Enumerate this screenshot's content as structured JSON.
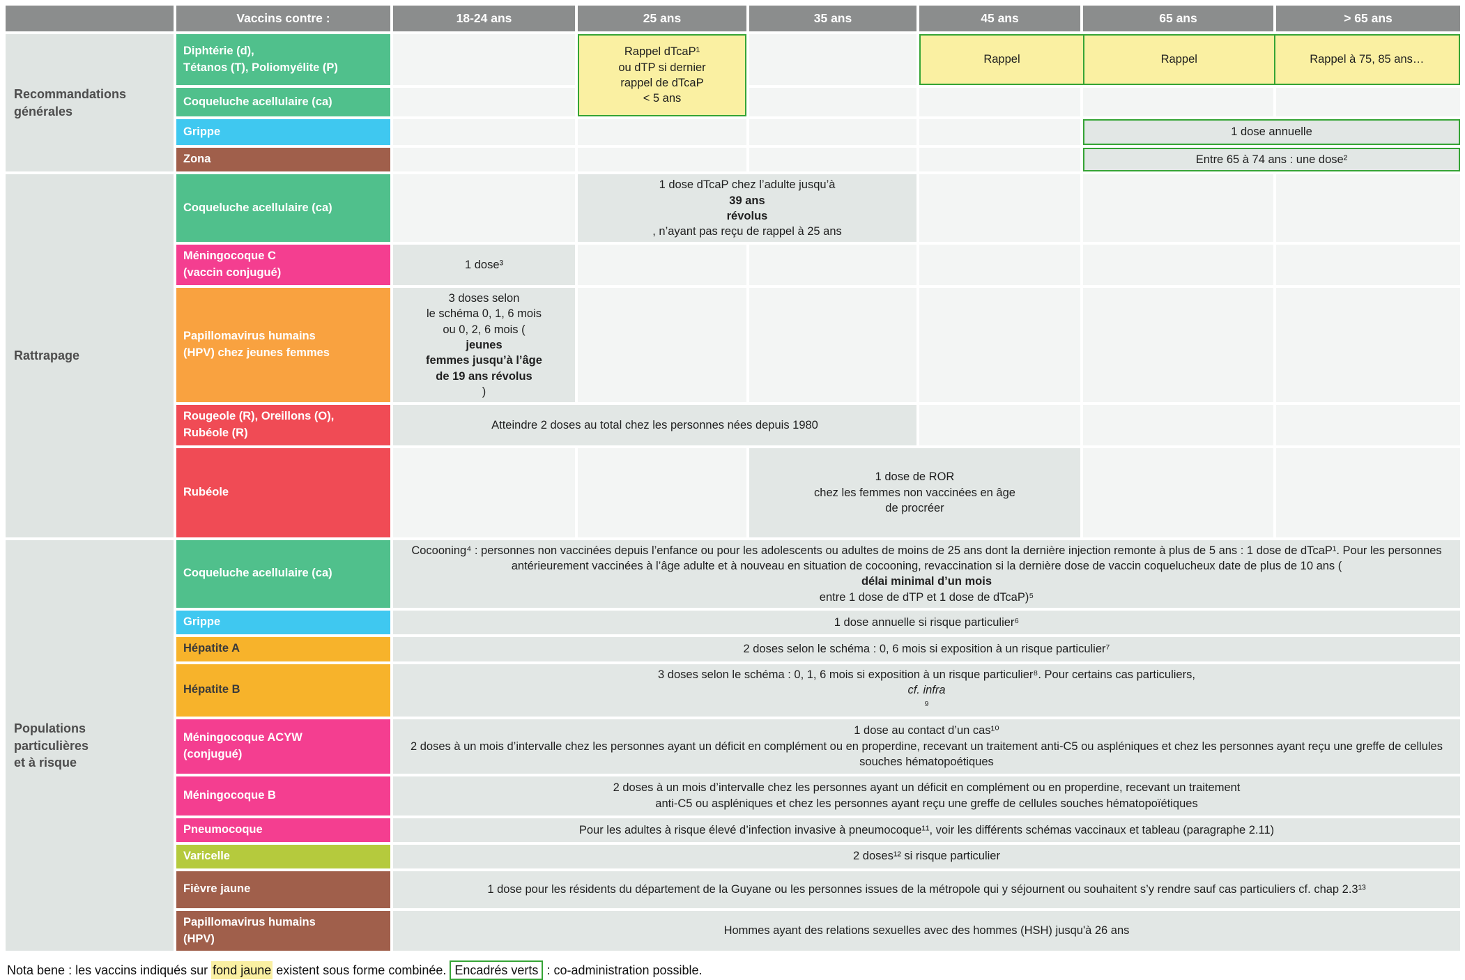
{
  "palette": {
    "header_bg": "#8B8D8D",
    "header_text": "#FFFFFF",
    "section_bg": "#DFE4E2",
    "section_text": "#4D4D4D",
    "empty_cell": "#F3F5F4",
    "note_cell": "#E2E7E5",
    "yellow_cell": "#FAF0A2",
    "green_border": "#35A435",
    "green": "#50C08C",
    "cyan": "#3FC8F0",
    "brown": "#A05F4B",
    "pink": "#F43E90",
    "red": "#F04B55",
    "orange": "#F9A240",
    "amber": "#F7B32B",
    "yellowgreen": "#B5CA3D"
  },
  "header": {
    "vaccine_col": "Vaccins contre :",
    "age_cols": [
      "18-24 ans",
      "25 ans",
      "35 ans",
      "45 ans",
      "65 ans",
      "> 65 ans"
    ]
  },
  "sections": [
    {
      "title": "Recommandations\ngénérales",
      "rows": [
        {
          "vaccine": "Diphtérie (d),\nTétanos (T), Poliomyélite (P)",
          "color": "green",
          "minh": 73,
          "cells": [
            {
              "col": 1,
              "span": 1,
              "rows": 2,
              "style": "yellow",
              "text": "Rappel dTcaP¹\nou dTP si dernier\nrappel de dTcaP\n< 5 ans"
            },
            {
              "col": 3,
              "span": 3,
              "style": "yellow-group",
              "parts": [
                "Rappel",
                "Rappel",
                "Rappel à 75, 85 ans…"
              ],
              "widths": [
                231,
                273,
                264
              ]
            }
          ]
        },
        {
          "vaccine": "Coqueluche acellulaire (ca)",
          "color": "green",
          "minh": 41,
          "cells": []
        },
        {
          "vaccine": "Grippe",
          "color": "cyan",
          "minh": 37,
          "cells": [
            {
              "col": 4,
              "span": 2,
              "style": "note-green",
              "text": "1 dose annuelle"
            }
          ]
        },
        {
          "vaccine": "Zona",
          "color": "brown",
          "minh": 34,
          "cells": [
            {
              "col": 4,
              "span": 2,
              "style": "note-green",
              "text": "Entre 65 à 74 ans : une dose²"
            }
          ]
        }
      ]
    },
    {
      "title": "Rattrapage",
      "rows": [
        {
          "vaccine": "Coqueluche acellulaire (ca)",
          "color": "green",
          "minh": 46,
          "cells": [
            {
              "col": 1,
              "span": 2,
              "style": "note",
              "text": "1 dose dTcaP chez l’adulte jusqu’à **39 ans\nrévolus**, n’ayant pas reçu de rappel à 25 ans"
            }
          ]
        },
        {
          "vaccine": "Méningocoque C\n(vaccin conjugué)",
          "color": "pink",
          "minh": 52,
          "cells": [
            {
              "col": 0,
              "span": 1,
              "style": "note",
              "text": "1 dose³"
            }
          ]
        },
        {
          "vaccine": "Papillomavirus humains\n(HPV) chez jeunes femmes",
          "color": "orange",
          "minh": 154,
          "cells": [
            {
              "col": 0,
              "span": 1,
              "style": "note",
              "text": "3 doses selon\nle schéma 0, 1, 6 mois\nou 0, 2, 6 mois (**jeunes\nfemmes jusqu’à l’âge\nde 19 ans révolus**)"
            }
          ]
        },
        {
          "vaccine": "Rougeole (R), Oreillons (O),\nRubéole (R)",
          "color": "red",
          "minh": 47,
          "cells": [
            {
              "col": 0,
              "span": 3,
              "style": "note",
              "text": "Atteindre 2 doses au total chez les personnes nées depuis 1980"
            }
          ]
        },
        {
          "vaccine": "Rubéole",
          "color": "red",
          "minh": 128,
          "cells": [
            {
              "col": 2,
              "span": 2,
              "style": "note",
              "text": "1 dose de ROR\nchez les femmes non vaccinées en âge\nde procréer"
            }
          ]
        }
      ]
    },
    {
      "title": "Populations\nparticulières\net à risque",
      "rows": [
        {
          "vaccine": "Coqueluche acellulaire (ca)",
          "color": "green",
          "minh": 84,
          "cells": [
            {
              "col": 0,
              "span": 6,
              "style": "note",
              "text": "Cocooning⁴ : personnes non vaccinées depuis l’enfance ou pour les adolescents ou adultes de moins de 25 ans dont la dernière injection remonte à plus de 5 ans : 1 dose de dTcaP¹. Pour les personnes antérieurement vaccinées à l’âge adulte et à nouveau en situation de cocooning, revaccination si la dernière dose de vaccin coquelucheux date de plus de 10 ans (**délai minimal d’un mois** entre 1 dose de dTP et 1 dose de dTcaP)⁵"
            }
          ]
        },
        {
          "vaccine": "Grippe",
          "color": "cyan",
          "minh": 34,
          "cells": [
            {
              "col": 0,
              "span": 6,
              "style": "note",
              "text": "1 dose annuelle si risque particulier⁶"
            }
          ]
        },
        {
          "vaccine": "Hépatite A",
          "color": "amber",
          "dark": true,
          "minh": 35,
          "cells": [
            {
              "col": 0,
              "span": 6,
              "style": "note",
              "text": "2 doses selon le schéma : 0, 6 mois si exposition à un risque particulier⁷"
            }
          ]
        },
        {
          "vaccine": "Hépatite B",
          "color": "amber",
          "dark": true,
          "minh": 35,
          "cells": [
            {
              "col": 0,
              "span": 6,
              "style": "note",
              "text": "3 doses selon le schéma : 0, 1, 6 mois si exposition à un risque particulier⁸. Pour certains cas particuliers, *cf. infra*⁹"
            }
          ]
        },
        {
          "vaccine": "Méningocoque ACYW\n(conjugué)",
          "color": "pink",
          "minh": 78,
          "cells": [
            {
              "col": 0,
              "span": 6,
              "style": "note",
              "text": "1 dose au contact d’un cas¹⁰\n2 doses à un mois d’intervalle chez les personnes ayant un déficit en complément ou en properdine, recevant un traitement anti-C5 ou aspléniques et chez les personnes ayant reçu une greffe de cellules souches hématopoétiques"
            }
          ]
        },
        {
          "vaccine": "Méningocoque B",
          "color": "pink",
          "minh": 56,
          "cells": [
            {
              "col": 0,
              "span": 6,
              "style": "note",
              "text": "2 doses à un mois d’intervalle chez les personnes ayant un déficit en complément ou en properdine, recevant un traitement\nanti-C5 ou aspléniques et chez les personnes ayant reçu une greffe de cellules souches hématopoïétiques"
            }
          ]
        },
        {
          "vaccine": "Pneumocoque",
          "color": "pink",
          "minh": 30,
          "cells": [
            {
              "col": 0,
              "span": 6,
              "style": "note",
              "text": "Pour les adultes à risque élevé d’infection invasive à pneumocoque¹¹, voir les différents schémas vaccinaux et tableau (paragraphe 2.11)"
            }
          ]
        },
        {
          "vaccine": "Varicelle",
          "color": "yellowgreen",
          "minh": 25,
          "cells": [
            {
              "col": 0,
              "span": 6,
              "style": "note",
              "text": "2 doses¹² si risque particulier"
            }
          ]
        },
        {
          "vaccine": "Fièvre jaune",
          "color": "brown",
          "minh": 53,
          "cells": [
            {
              "col": 0,
              "span": 6,
              "style": "note",
              "text": "1 dose pour les résidents du département de la Guyane ou les personnes issues de la métropole qui y séjournent ou souhaitent s’y rendre sauf cas particuliers cf. chap 2.3¹³"
            }
          ]
        },
        {
          "vaccine": "Papillomavirus humains\n(HPV)",
          "color": "brown",
          "minh": 49,
          "cells": [
            {
              "col": 0,
              "span": 6,
              "style": "note",
              "text": "Hommes ayant des relations sexuelles avec des hommes (HSH) jusqu'à 26 ans"
            }
          ]
        }
      ]
    }
  ],
  "nota": {
    "prefix": "Nota bene : les vaccins indiqués sur ",
    "highlight": "fond jaune",
    "middle": " existent sous forme combinée. ",
    "boxed": "Encadrés verts",
    "suffix": " : co-administration possible."
  }
}
